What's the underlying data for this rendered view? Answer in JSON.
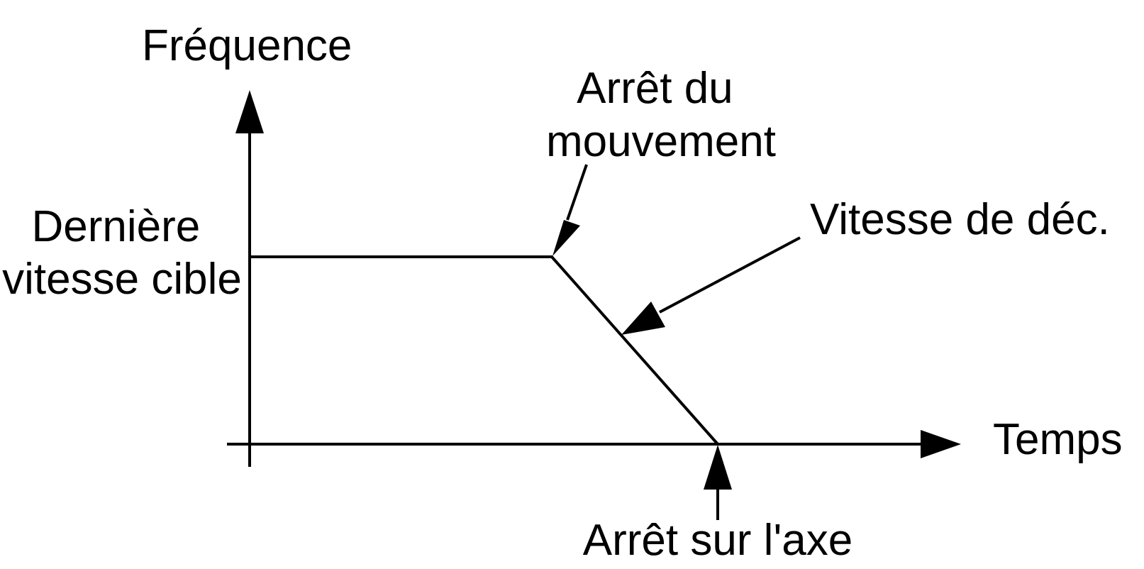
{
  "labels": {
    "y_axis": "Fréquence",
    "x_axis": "Temps",
    "last_target_speed": [
      "Dernière",
      "vitesse cible"
    ],
    "motion_stop": [
      "Arrêt du",
      "mouvement"
    ],
    "decel_rate": "Vitesse de déc.",
    "axis_stop": "Arrêt sur l'axe"
  },
  "colors": {
    "stroke": "#000000",
    "background": "#ffffff"
  }
}
